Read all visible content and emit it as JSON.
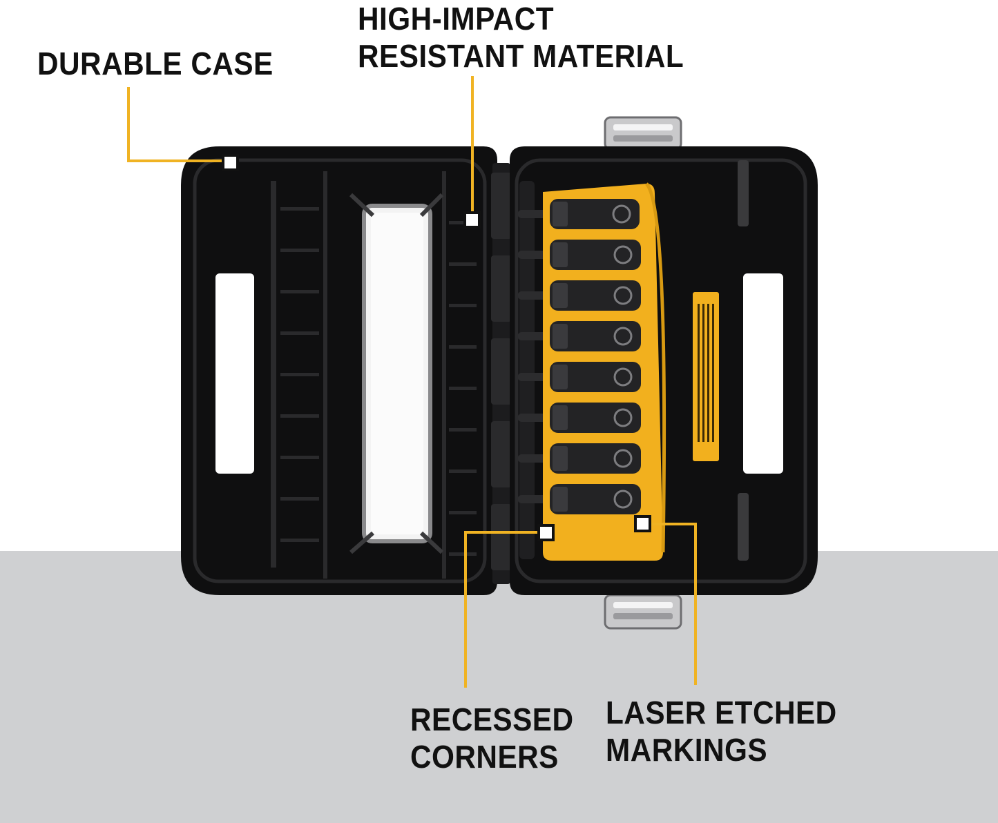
{
  "colors": {
    "background_top": "#ffffff",
    "background_floor": "#cfd0d2",
    "case_black": "#0f0f10",
    "case_detail": "#1c1c1e",
    "case_edge": "#2a2a2c",
    "tray_yellow": "#f2b01e",
    "leader_yellow": "#f0b323",
    "label_text": "#111111",
    "socket_dark": "#232325",
    "metal": "#c9c9cb"
  },
  "callouts": {
    "durable_case": "DURABLE CASE",
    "high_impact": [
      "HIGH-IMPACT",
      "RESISTANT MATERIAL"
    ],
    "recessed_corners": [
      "RECESSED",
      "CORNERS"
    ],
    "laser_etched": [
      "LASER ETCHED",
      "MARKINGS"
    ]
  },
  "icons": {
    "callout_marker": "square-marker-icon",
    "latch": "metal-latch-icon"
  },
  "sockets": {
    "count": 8
  }
}
